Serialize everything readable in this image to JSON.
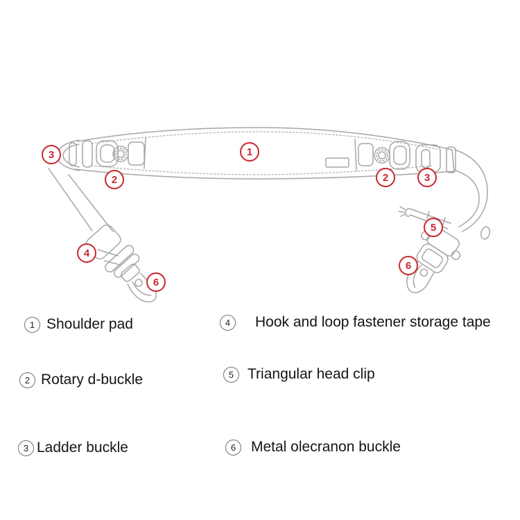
{
  "colors": {
    "background": "#ffffff",
    "line_art_gray": "#a6a6a6",
    "stitch_gray": "#bdbdbd",
    "callout_red": "#c8272c",
    "legend_circle_border": "#6f6f6f",
    "legend_text": "#141414"
  },
  "diagram": {
    "description": "Line-art drawing of a shoulder strap with numbered part callouts",
    "callouts": [
      {
        "number": "1",
        "part": "Shoulder pad"
      },
      {
        "number": "2",
        "part": "Rotary d-buckle"
      },
      {
        "number": "3",
        "part": "Ladder buckle"
      },
      {
        "number": "2",
        "part": "Rotary d-buckle"
      },
      {
        "number": "3",
        "part": "Ladder buckle"
      },
      {
        "number": "4",
        "part": "Hook and loop fastener storage tape"
      },
      {
        "number": "5",
        "part": "Triangular head clip"
      },
      {
        "number": "6",
        "part": "Metal olecranon buckle"
      },
      {
        "number": "6",
        "part": "Metal olecranon buckle"
      }
    ]
  },
  "legend": {
    "items": [
      {
        "number": "1",
        "label": "Shoulder pad"
      },
      {
        "number": "2",
        "label": "Rotary d-buckle"
      },
      {
        "number": "3",
        "label": "Ladder buckle"
      },
      {
        "number": "4",
        "label": "Hook and loop fastener storage tape"
      },
      {
        "number": "5",
        "label": "Triangular head clip"
      },
      {
        "number": "6",
        "label": "Metal olecranon buckle"
      }
    ]
  }
}
